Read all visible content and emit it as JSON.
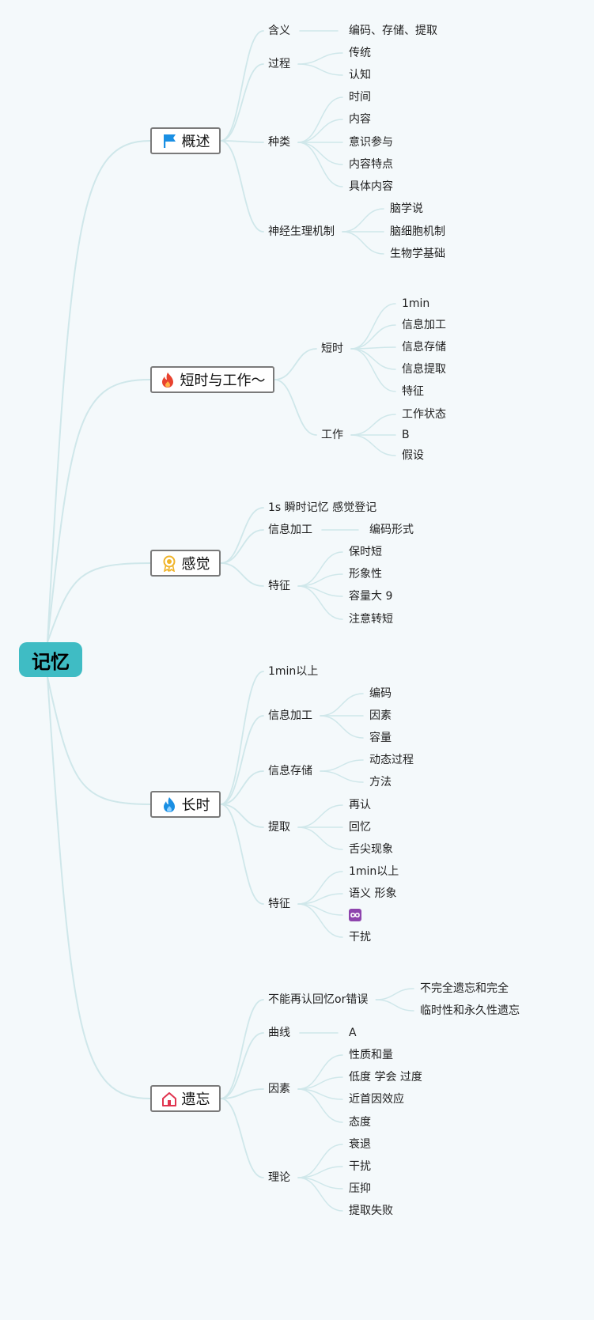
{
  "root": "记忆",
  "branches": [
    {
      "label": "概述",
      "icon": "blue-flag-icon",
      "children": [
        {
          "label": "含义",
          "children": [
            {
              "label": "编码、存储、提取"
            }
          ]
        },
        {
          "label": "过程",
          "children": [
            {
              "label": "传统"
            },
            {
              "label": "认知"
            }
          ]
        },
        {
          "label": "种类",
          "children": [
            {
              "label": "时间"
            },
            {
              "label": "内容"
            },
            {
              "label": "意识参与"
            },
            {
              "label": "内容特点"
            },
            {
              "label": "具体内容"
            }
          ]
        },
        {
          "label": "神经生理机制",
          "children": [
            {
              "label": "脑学说"
            },
            {
              "label": "脑细胞机制"
            },
            {
              "label": "生物学基础"
            }
          ]
        }
      ]
    },
    {
      "label": "短时与工作～",
      "icon": "red-fire-icon",
      "children": [
        {
          "label": "短时",
          "children": [
            {
              "label": "1min"
            },
            {
              "label": "信息加工"
            },
            {
              "label": "信息存储"
            },
            {
              "label": "信息提取"
            },
            {
              "label": "特征"
            }
          ]
        },
        {
          "label": "工作",
          "children": [
            {
              "label": "工作状态"
            },
            {
              "label": "B"
            },
            {
              "label": "假设"
            }
          ]
        }
      ]
    },
    {
      "label": "感觉",
      "icon": "yellow-medal-icon",
      "children": [
        {
          "label": "1s 瞬时记忆 感觉登记"
        },
        {
          "label": "信息加工",
          "children": [
            {
              "label": "编码形式"
            }
          ]
        },
        {
          "label": "特征",
          "children": [
            {
              "label": "保时短"
            },
            {
              "label": "形象性"
            },
            {
              "label": "容量大 9"
            },
            {
              "label": "注意转短"
            }
          ]
        }
      ]
    },
    {
      "label": "长时",
      "icon": "blue-fire-icon",
      "children": [
        {
          "label": "1min以上"
        },
        {
          "label": "信息加工",
          "children": [
            {
              "label": "编码"
            },
            {
              "label": "因素"
            },
            {
              "label": "容量"
            }
          ]
        },
        {
          "label": "信息存储",
          "children": [
            {
              "label": "动态过程"
            },
            {
              "label": "方法"
            }
          ]
        },
        {
          "label": "提取",
          "children": [
            {
              "label": "再认"
            },
            {
              "label": "回忆"
            },
            {
              "label": "舌尖现象"
            }
          ]
        },
        {
          "label": "特征",
          "children": [
            {
              "label": "1min以上"
            },
            {
              "label": "语义 形象"
            },
            {
              "label": "",
              "icon": "infinity-icon"
            },
            {
              "label": "干扰"
            }
          ]
        }
      ]
    },
    {
      "label": "遗忘",
      "icon": "red-house-icon",
      "children": [
        {
          "label": "不能再认回忆or错误",
          "children": [
            {
              "label": "不完全遗忘和完全"
            },
            {
              "label": "临时性和永久性遗忘"
            }
          ]
        },
        {
          "label": "曲线",
          "children": [
            {
              "label": "A"
            }
          ]
        },
        {
          "label": "因素",
          "children": [
            {
              "label": "性质和量"
            },
            {
              "label": "低度 学会 过度"
            },
            {
              "label": "近首因效应"
            },
            {
              "label": "态度"
            }
          ]
        },
        {
          "label": "理论",
          "children": [
            {
              "label": "衰退"
            },
            {
              "label": "干扰"
            },
            {
              "label": "压抑"
            },
            {
              "label": "提取失败"
            }
          ]
        }
      ]
    }
  ],
  "colors": {
    "background": "#f4f9fb",
    "root_fill": "#3fbcc4",
    "edge": "#cfe7ea",
    "branch_border": "#7a7a7a",
    "blue_icon": "#1a8fe3",
    "red_icon": "#e8432f",
    "yellow_icon": "#f0b429",
    "house_icon": "#e0344f",
    "infinity_icon": "#8e44ad"
  }
}
